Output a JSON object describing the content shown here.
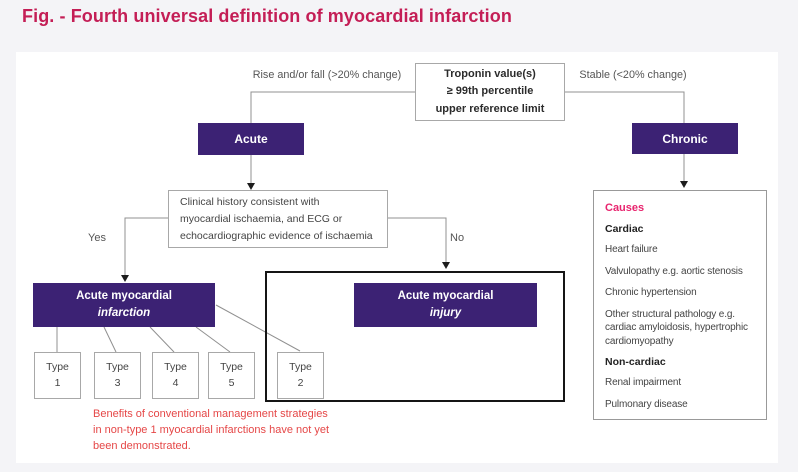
{
  "title": "Fig. - Fourth universal definition of myocardial infarction",
  "colors": {
    "title_pink": "#c41e56",
    "accent_purple": "#3c2274",
    "causes_pink": "#e8246e",
    "note_red": "#e54747",
    "line_gray": "#909090"
  },
  "flowchart": {
    "troponin": {
      "line1": "Troponin value(s)",
      "line2": "≥ 99th percentile",
      "line3": "upper reference limit"
    },
    "branch_left": "Rise and/or fall (>20% change)",
    "branch_right": "Stable (<20% change)",
    "acute": "Acute",
    "chronic": "Chronic",
    "clinical": {
      "line1": "Clinical history consistent with",
      "line2": "myocardial ischaemia, and ECG or",
      "line3": "echocardiographic evidence of ischaemia"
    },
    "yes": "Yes",
    "no": "No",
    "infarction": {
      "line1": "Acute myocardial",
      "line2": "infarction"
    },
    "injury": {
      "line1": "Acute myocardial",
      "line2": "injury"
    },
    "types": [
      {
        "label": "Type",
        "value": "1"
      },
      {
        "label": "Type",
        "value": "3"
      },
      {
        "label": "Type",
        "value": "4"
      },
      {
        "label": "Type",
        "value": "5"
      },
      {
        "label": "Type",
        "value": "2"
      }
    ],
    "note": {
      "line1": "Benefits of conventional management strategies",
      "line2": "in non-type 1 myocardial infarctions have not yet",
      "line3": "been demonstrated."
    }
  },
  "causes": {
    "title": "Causes",
    "cardiac_header": "Cardiac",
    "cardiac_items": [
      "Heart failure",
      "Valvulopathy e.g. aortic stenosis",
      "Chronic hypertension",
      "Other structural pathology e.g. cardiac amyloidosis, hypertrophic cardiomyopathy"
    ],
    "noncardiac_header": "Non-cardiac",
    "noncardiac_items": [
      "Renal impairment",
      "Pulmonary disease"
    ]
  }
}
